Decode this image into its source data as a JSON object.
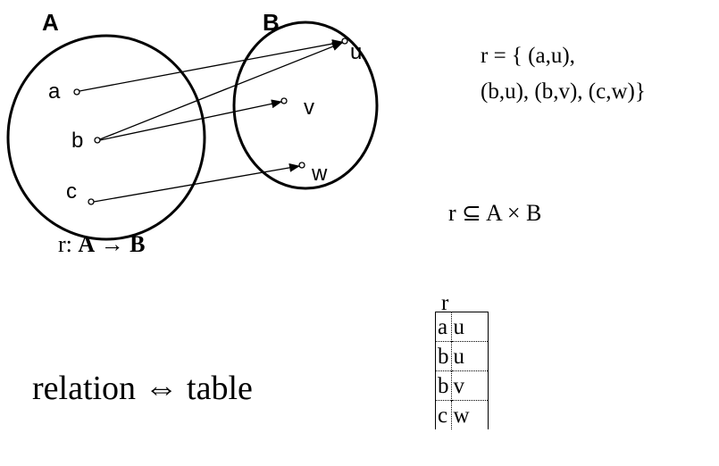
{
  "sets": {
    "A": {
      "label": "A",
      "elements": [
        "a",
        "b",
        "c"
      ]
    },
    "B": {
      "label": "B",
      "elements": [
        "u",
        "v",
        "w"
      ]
    }
  },
  "relation_pairs": [
    [
      "a",
      "u"
    ],
    [
      "b",
      "u"
    ],
    [
      "b",
      "v"
    ],
    [
      "c",
      "w"
    ]
  ],
  "text": {
    "mapping_prefix": "r: ",
    "mapping_from": "A",
    "mapping_arrow": "→",
    "mapping_to": "B",
    "set_def_line1": "r = {  (a,u),",
    "set_def_line2": "(b,u), (b,v), (c,w)}",
    "subset": "r ⊆ A × B",
    "relation_table": "relation ⇔ table"
  },
  "table": {
    "title": "r",
    "rows": [
      [
        "a",
        "u"
      ],
      [
        "b",
        "u"
      ],
      [
        "b",
        "v"
      ],
      [
        "c",
        "w"
      ]
    ]
  }
}
